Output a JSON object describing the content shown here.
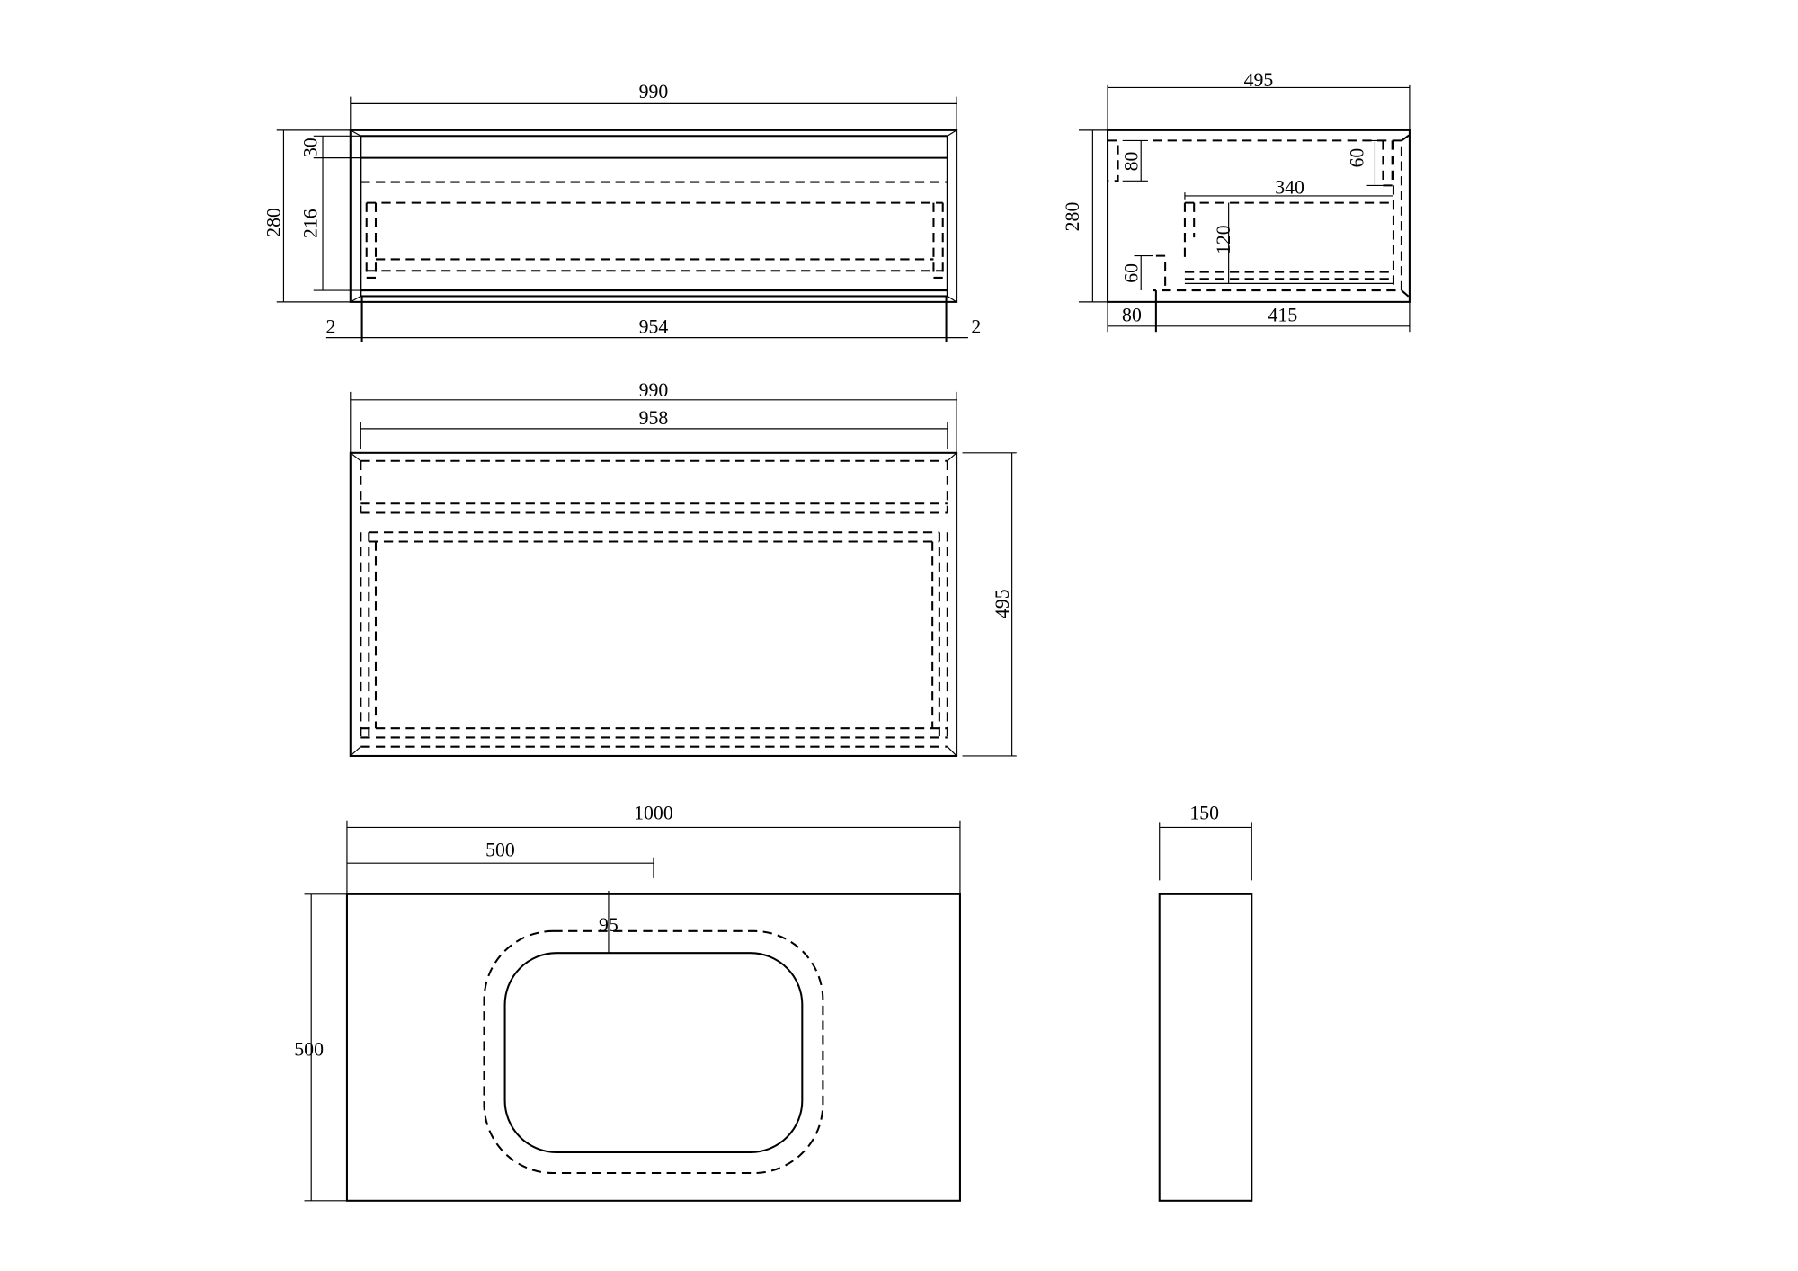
{
  "front_view": {
    "width_overall": "990",
    "height_overall": "280",
    "top_rail": "30",
    "drawer_height": "216",
    "leg_left": "2",
    "inner_width": "954",
    "leg_right": "2"
  },
  "side_view": {
    "depth_overall": "495",
    "height_overall": "280",
    "rear_offset": "80",
    "front_depth": "415",
    "rear_bracket_height": "80",
    "drawer_depth": "340",
    "drawer_height": "120",
    "front_bracket_height": "60",
    "rear_low_bracket_height": "60"
  },
  "plan_view": {
    "width_overall": "990",
    "inner_width": "958",
    "depth": "495"
  },
  "basin_top": {
    "width": "1000",
    "center_offset": "500",
    "depth": "500",
    "basin_setback": "95",
    "thickness": "150"
  }
}
